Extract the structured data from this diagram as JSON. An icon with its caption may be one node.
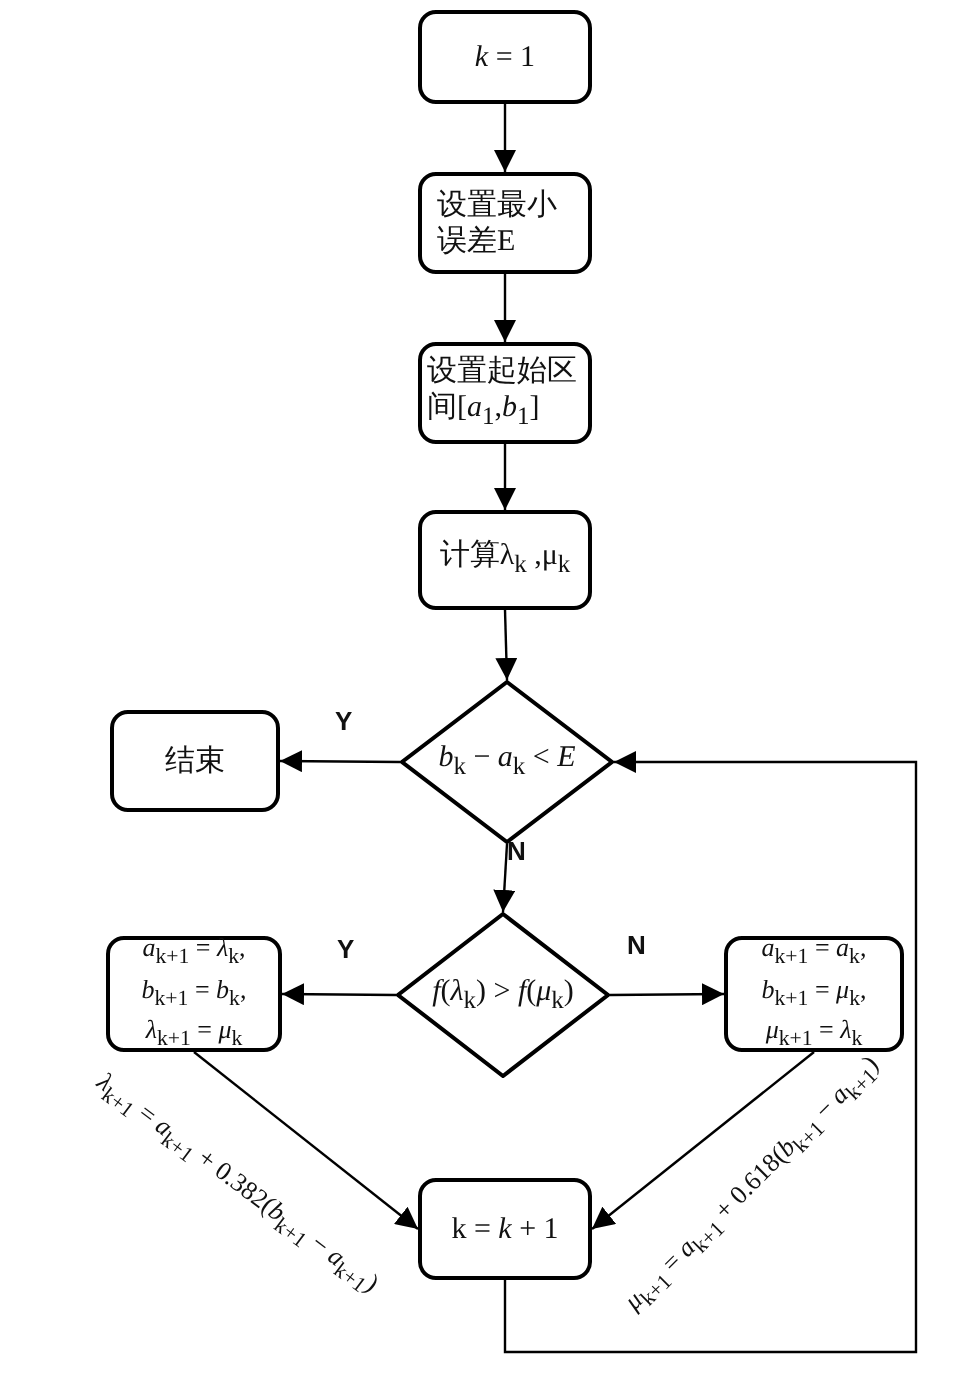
{
  "diagram": {
    "nodes": [
      {
        "text": [
          "*k* = 1"
        ]
      },
      {
        "text": [
          "设置最小误差E"
        ]
      },
      {
        "text": [
          "设置起始区间[*a*$_{1}$,*b*$_{1}$]"
        ]
      },
      {
        "text": [
          "计算λ$_{k}$ ,μ$_{k}$"
        ]
      },
      {
        "text": [
          "*b*$_{k}$ − *a*$_{k}$ < *E*"
        ]
      },
      {
        "text": [
          "结束"
        ]
      },
      {
        "text": [
          "*f*(*λ*$_{k}$) > *f*(*μ*$_{k}$)"
        ]
      },
      {
        "text": [
          "*a*$_{k+1}$ = *λ*$_{k}$,",
          "*b*$_{k+1}$ = *b*$_{k}$,",
          "*λ*$_{k+1}$ = *μ*$_{k}$"
        ]
      },
      {
        "text": [
          "*a*$_{k+1}$ = *a*$_{k}$,",
          "*b*$_{k+1}$ = *μ*$_{k}$,",
          "*μ*$_{k+1}$ = *λ*$_{k}$"
        ]
      },
      {
        "text": [
          "k = *k* + 1"
        ]
      }
    ],
    "edges": [
      {
        "from": 0,
        "to": 1,
        "arrow": "to"
      },
      {
        "from": 1,
        "to": 2,
        "arrow": "to"
      },
      {
        "from": 2,
        "to": 3,
        "arrow": "to"
      },
      {
        "from": 3,
        "to": 4,
        "arrow": "to"
      },
      {
        "from": 4,
        "to": 5,
        "arrow": "to",
        "label": "Y"
      },
      {
        "from": 4,
        "to": 6,
        "arrow": "to",
        "label": "N"
      },
      {
        "from": 6,
        "to": 7,
        "arrow": "to",
        "label": "Y"
      },
      {
        "from": 6,
        "to": 8,
        "arrow": "to",
        "label": "N"
      },
      {
        "from": 7,
        "to": 9,
        "arrow": "to",
        "label": "*λ*$_{k+1}$ = *a*$_{k+1}$ + 0.382(*b*$_{k+1}$ − *a*$_{k+1}$)"
      },
      {
        "from": 8,
        "to": 9,
        "arrow": "to",
        "label": "*μ*$_{k+1}$ = *a*$_{k+1}$ + 0.618(*b*$_{k+1}$ − *a*$_{k+1}$)"
      },
      {
        "from": 9,
        "to": 4,
        "arrow": "to"
      }
    ]
  }
}
